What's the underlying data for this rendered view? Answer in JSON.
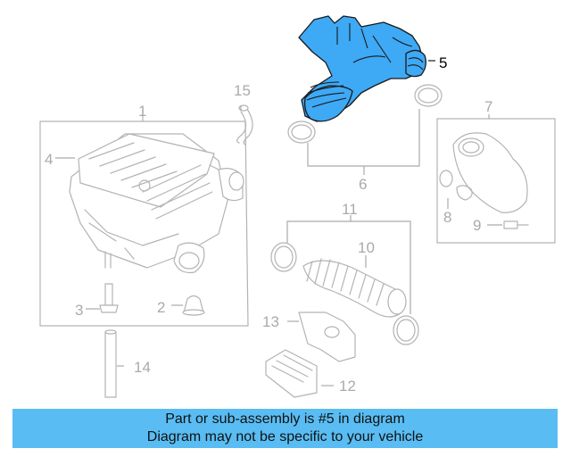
{
  "callouts": {
    "c1": "1",
    "c2": "2",
    "c3": "3",
    "c4": "4",
    "c5": "5",
    "c6": "6",
    "c7": "7",
    "c8": "8",
    "c9": "9",
    "c10": "10",
    "c11": "11",
    "c12": "12",
    "c13": "13",
    "c14": "14",
    "c15": "15"
  },
  "highlighted_part": "5",
  "colors": {
    "highlight_fill": "#3ea9f5",
    "banner_bg": "#59bdf4",
    "part_stroke": "#b3b3b3"
  },
  "banner": {
    "line1": "Part or sub-assembly is #5 in diagram",
    "line2": "Diagram may not be specific to your vehicle"
  }
}
